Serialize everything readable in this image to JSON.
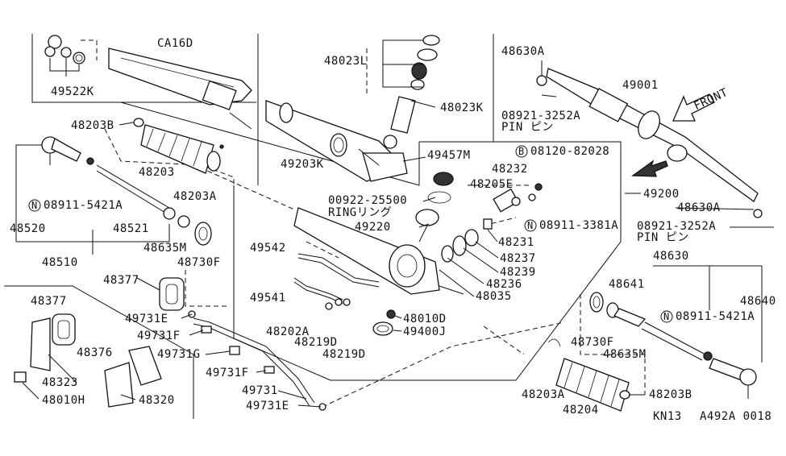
{
  "diagram": {
    "labels": {
      "ca16d": "CA16D",
      "p49522k": "49522K",
      "p48023l": "48023L",
      "p48023k": "48023K",
      "p48630a_top": "48630A",
      "p08921_top": "08921-3252A",
      "pin_top": "PIN ピン",
      "p49001": "49001",
      "front": "FRONT",
      "p48203b_left": "48203B",
      "p48203": "48203",
      "p48203a_left": "48203A",
      "p49203k": "49203K",
      "p49457m": "49457M",
      "p08120": "08120-82028",
      "p48232": "48232",
      "p48205e": "48205E",
      "p00922": "00922-25500",
      "ring": "RINGリング",
      "p49220": "49220",
      "p08911_3381a": "08911-3381A",
      "p49200": "49200",
      "p48630a_right": "48630A",
      "p08921_right": "08921-3252A",
      "pin_right": "PIN ピン",
      "p08911_5421a_left": "08911-5421A",
      "p48521": "48521",
      "p48520": "48520",
      "p48635m_left": "48635M",
      "p48730f_left": "48730F",
      "p48510": "48510",
      "p49542": "49542",
      "p48231": "48231",
      "p48237": "48237",
      "p48239": "48239",
      "p48236": "48236",
      "p48035": "48035",
      "p48630": "48630",
      "p48377_mid": "48377",
      "p49541": "49541",
      "p48641": "48641",
      "p48640": "48640",
      "p48377_left": "48377",
      "p49731e_top": "49731E",
      "p48010d": "48010D",
      "p48202a": "48202A",
      "p49400j": "49400J",
      "p08911_5421a_right": "08911-5421A",
      "p49731f_top": "49731F",
      "p48219d_a": "48219D",
      "p48730f_right": "48730F",
      "p48376": "48376",
      "p49731g": "49731G",
      "p48219d_b": "48219D",
      "p48635m_right": "48635M",
      "p48323": "48323",
      "p49731f_bottom": "49731F",
      "p49731": "49731",
      "p48203a_right": "48203A",
      "p48203b_right": "48203B",
      "p48010h": "48010H",
      "p48320": "48320",
      "p49731e_bottom": "49731E",
      "p48204": "48204",
      "kn13": "KN13",
      "code": "A492A 0018"
    },
    "circled": {
      "n_left": "N",
      "b": "B",
      "n_mid": "N",
      "n_right": "N"
    }
  }
}
